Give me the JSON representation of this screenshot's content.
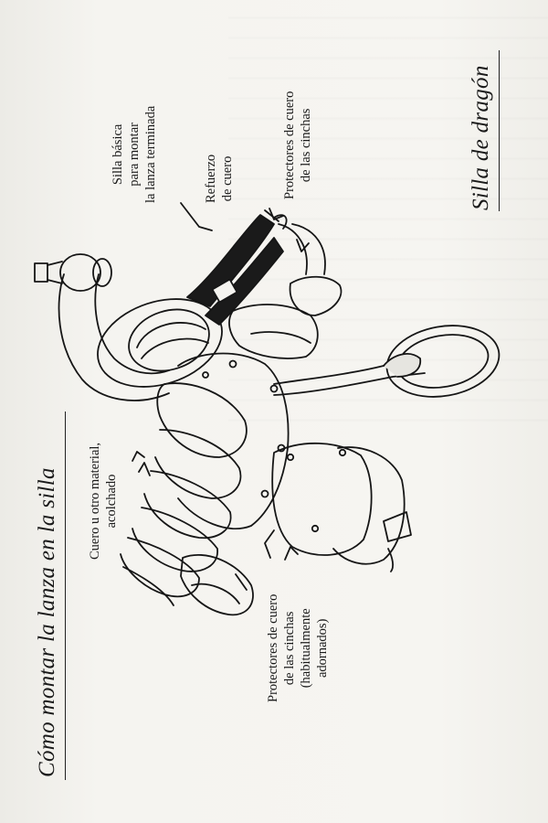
{
  "titles": {
    "main": "Cómo montar la lanza en la silla",
    "secondary": "Silla de dragón"
  },
  "labels": {
    "silla_basica": [
      "Silla básica",
      "para montar",
      "la lanza terminada"
    ],
    "refuerzo": [
      "Refuerzo",
      "de cuero"
    ],
    "protectores_top": [
      "Protectores de cuero",
      "de las cinchas"
    ],
    "cuero_acolchado": [
      "Cuero u otro material,",
      "acolchado"
    ],
    "protectores_bottom": [
      "Protectores de cuero",
      "de las cinchas",
      "(habitualmente",
      "adornados)"
    ]
  }
}
